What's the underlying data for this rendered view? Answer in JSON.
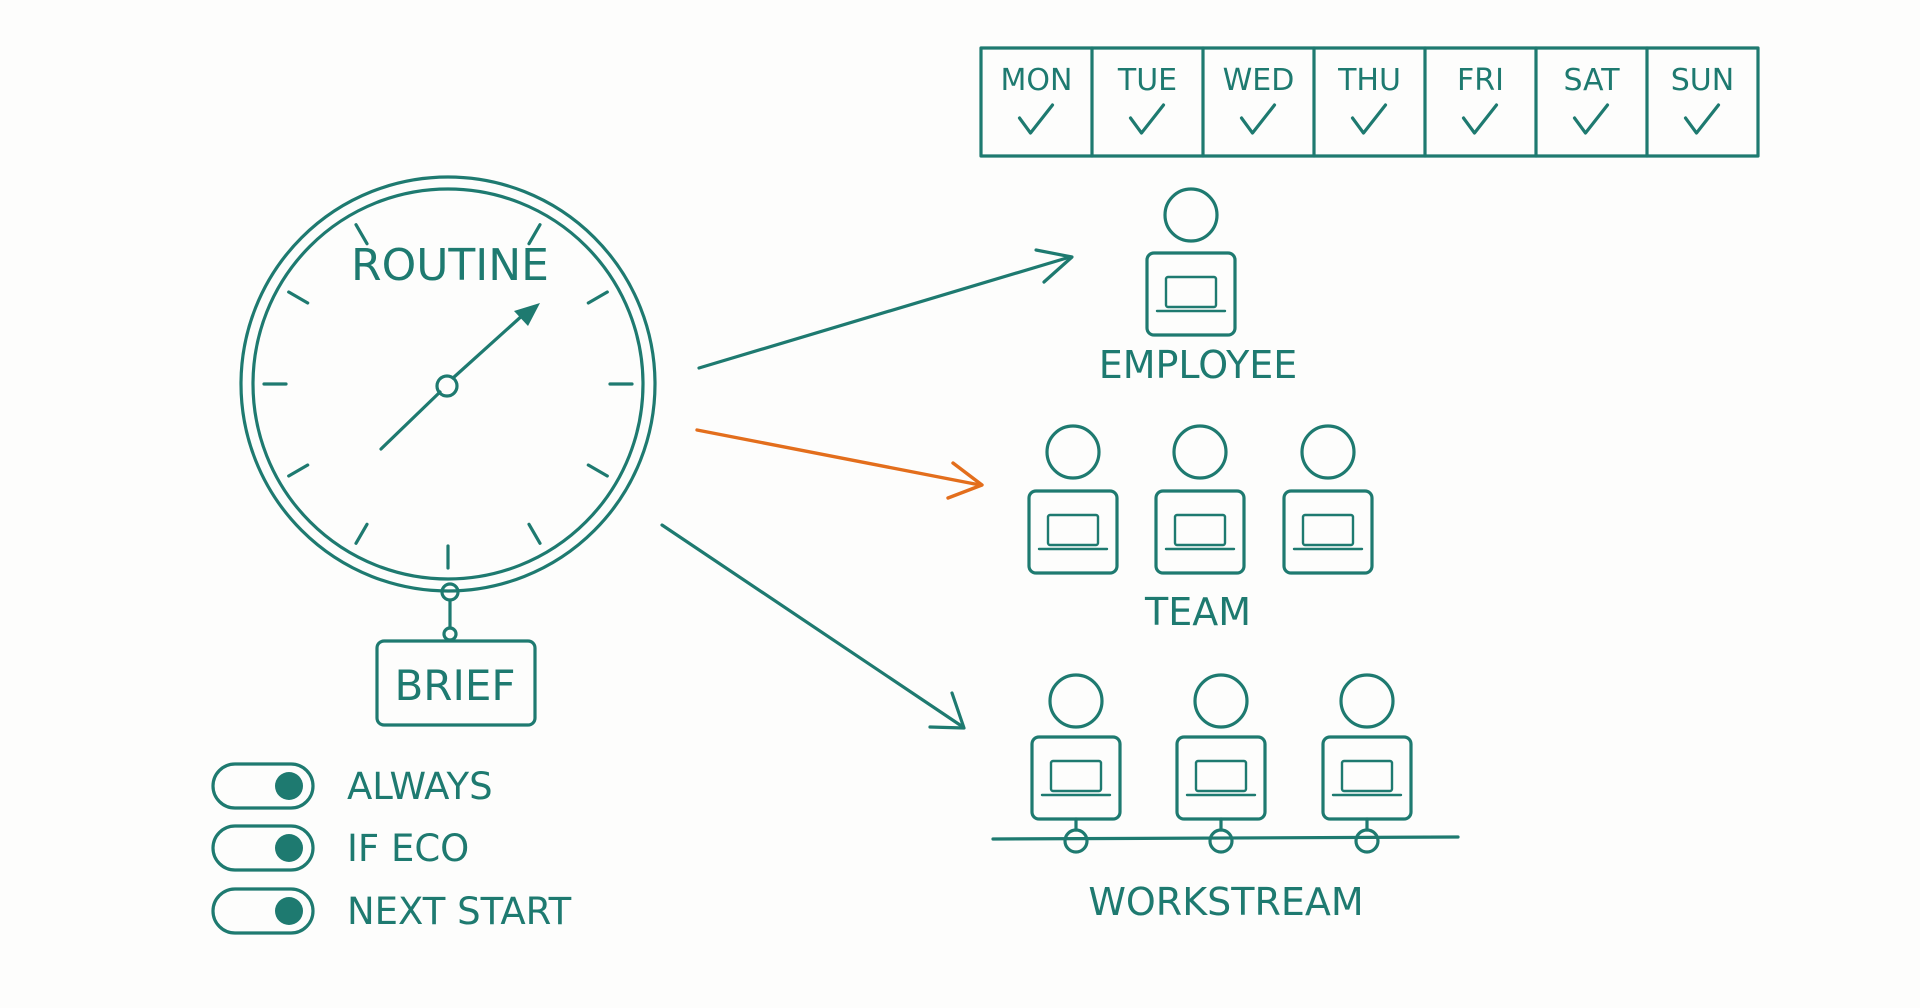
{
  "colors": {
    "ink": "#1e7a70",
    "highlight": "#e36e1c",
    "background": "#fdfdfc"
  },
  "week": {
    "days": [
      "MON",
      "TUE",
      "WED",
      "THU",
      "FRI",
      "SAT",
      "SUN"
    ],
    "check_icon": "check-icon"
  },
  "clock": {
    "label": "ROUTINE",
    "tag": "BRIEF"
  },
  "options": [
    {
      "label": "ALWAYS",
      "on": true
    },
    {
      "label": "IF ECO",
      "on": true
    },
    {
      "label": "NEXT START",
      "on": true
    }
  ],
  "targets": {
    "employee": "EMPLOYEE",
    "team": "TEAM",
    "workstream": "WORKSTREAM"
  },
  "icons": [
    "clock-icon",
    "person-laptop-icon",
    "toggle-icon",
    "arrow-icon"
  ]
}
